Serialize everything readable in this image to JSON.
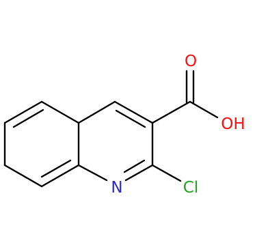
{
  "molecule": {
    "atoms": {
      "carbonyl_oxygen": "O",
      "hydroxyl": "OH",
      "nitrogen": "N",
      "chlorine": "Cl"
    },
    "colors": {
      "bond": "#000000",
      "oxygen": "#ff0d0d",
      "nitrogen": "#2a2ad0",
      "chlorine": "#1fa31f"
    }
  }
}
